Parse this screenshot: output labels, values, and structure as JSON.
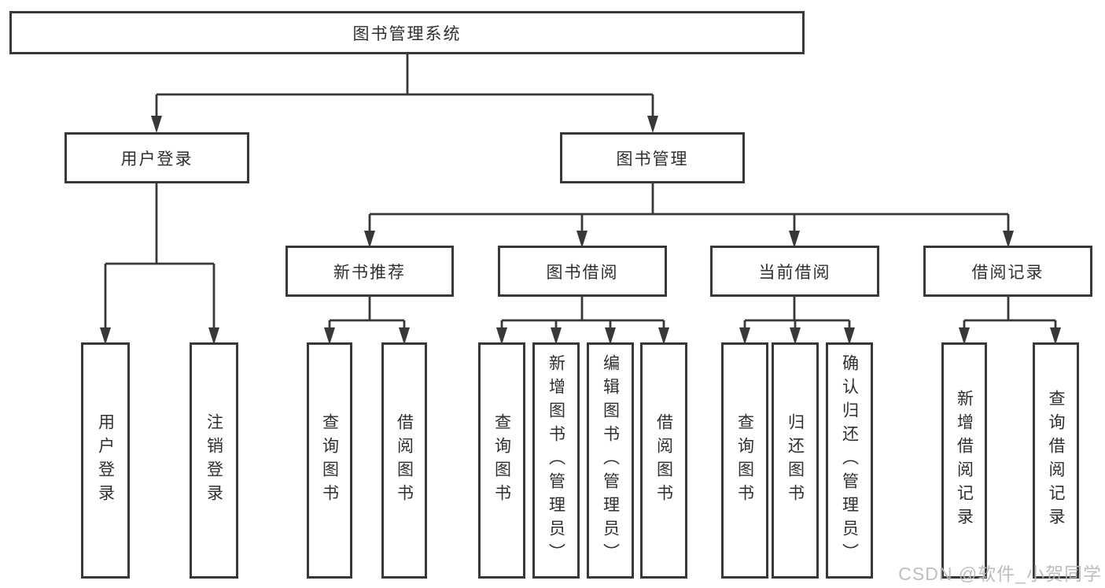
{
  "diagram": {
    "title": "图书管理系统",
    "colors": {
      "line": "#383838",
      "border": "#383838",
      "text": "#2f2f2f",
      "background": "#ffffff",
      "watermark": "#b8b8b8"
    },
    "nodes": {
      "root": "图书管理系统",
      "user_login": "用户登录",
      "book_management": "图书管理",
      "new_book_recommend": "新书推荐",
      "book_borrowing": "图书借阅",
      "current_borrowing": "当前借阅",
      "borrowing_records": "借阅记录"
    },
    "leaves": {
      "user_login": "用户登录",
      "logout": "注销登录",
      "query_books_recommend": "查询图书",
      "borrow_books_recommend": "借阅图书",
      "query_books_borrowing": "查询图书",
      "add_books_admin": "新增图书（管理员）",
      "edit_books_admin": "编辑图书（管理员）",
      "borrow_books": "借阅图书",
      "query_books_current": "查询图书",
      "return_books": "归还图书",
      "confirm_return_admin": "确认归还（管理员）",
      "add_borrow_record": "新增借阅记录",
      "query_borrow_record": "查询借阅记录"
    }
  },
  "watermark": {
    "text": "CSDN @软件_小贺同学"
  }
}
